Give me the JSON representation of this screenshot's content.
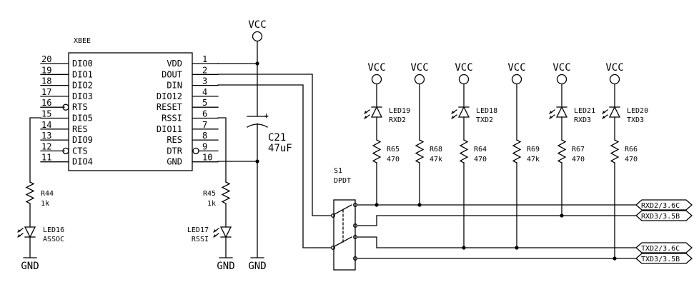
{
  "xbee": {
    "title": "XBEE",
    "left_pins": [
      {
        "num": "20",
        "name": "DIO0"
      },
      {
        "num": "19",
        "name": "DIO1"
      },
      {
        "num": "18",
        "name": "DIO2"
      },
      {
        "num": "17",
        "name": "DIO3"
      },
      {
        "num": "16",
        "name": "RTS"
      },
      {
        "num": "15",
        "name": "DIO5"
      },
      {
        "num": "14",
        "name": "RES"
      },
      {
        "num": "13",
        "name": "DIO9"
      },
      {
        "num": "12",
        "name": "CTS"
      },
      {
        "num": "11",
        "name": "DIO4"
      }
    ],
    "right_pins": [
      {
        "num": "1",
        "name": "VDD"
      },
      {
        "num": "2",
        "name": "DOUT"
      },
      {
        "num": "3",
        "name": "DIN"
      },
      {
        "num": "4",
        "name": "DIO12"
      },
      {
        "num": "5",
        "name": "RESET"
      },
      {
        "num": "6",
        "name": "RSSI"
      },
      {
        "num": "7",
        "name": "DIO11"
      },
      {
        "num": "8",
        "name": "RES"
      },
      {
        "num": "9",
        "name": "DTR"
      },
      {
        "num": "10",
        "name": "GND"
      }
    ]
  },
  "vcc_label": "VCC",
  "gnd_label": "GND",
  "cap": {
    "ref": "C21",
    "value": "47uF",
    "plus": "+"
  },
  "left_leds": [
    {
      "r_ref": "R44",
      "r_val": "1k",
      "led_ref": "LED16",
      "led_name": "ASSOC"
    },
    {
      "r_ref": "R45",
      "r_val": "1k",
      "led_ref": "LED17",
      "led_name": "RSSI"
    }
  ],
  "switch": {
    "ref": "S1",
    "type": "DPDT"
  },
  "top_branches": [
    {
      "led_ref": "LED19",
      "led_name": "RXD2",
      "r_ref": "R65",
      "r_val": "470"
    },
    {
      "led_ref": "",
      "led_name": "",
      "r_ref": "R68",
      "r_val": "47k"
    },
    {
      "led_ref": "LED18",
      "led_name": "TXD2",
      "r_ref": "R64",
      "r_val": "470"
    },
    {
      "led_ref": "",
      "led_name": "",
      "r_ref": "R69",
      "r_val": "47k"
    },
    {
      "led_ref": "LED21",
      "led_name": "RXD3",
      "r_ref": "R67",
      "r_val": "470"
    },
    {
      "led_ref": "LED20",
      "led_name": "TXD3",
      "r_ref": "R66",
      "r_val": "470"
    }
  ],
  "ports": [
    "RXD2/3.6C",
    "RXD3/3.5B",
    "TXD2/3.6C",
    "TXD3/3.5B"
  ]
}
